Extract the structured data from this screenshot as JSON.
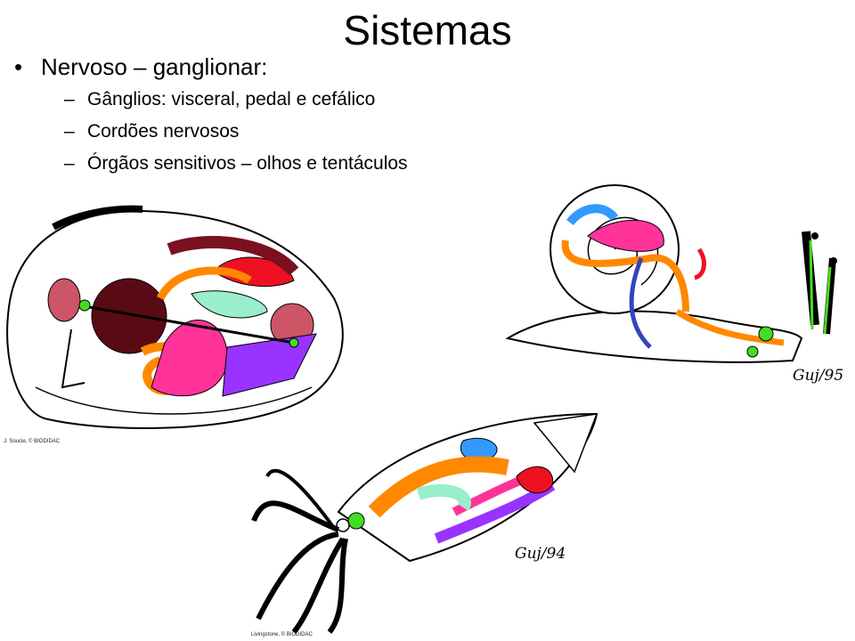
{
  "slide": {
    "title": "Sistemas",
    "bullet": "Nervoso – ganglionar:",
    "bullet_mark": "•",
    "subbullets": [
      "Gânglios: visceral, pedal e cefálico",
      "Cordões nervosos",
      "Órgãos sensitivos – olhos e tentáculos"
    ],
    "sub_mark": "–"
  },
  "figures": {
    "bivalve_credit": "J. Soucie, © BIODIDAC",
    "snail_signature": "Guj/95",
    "squid_signature": "Guj/94",
    "squid_credit": "Livingstone, © BIODIDAC"
  },
  "colors": {
    "nerve_green": "#44dd22",
    "digestive_orange": "#ff8800",
    "gonad_pink": "#ff3399",
    "heart_red": "#ee1122",
    "gill_purple": "#9933ff",
    "kidney_blue": "#3399ff",
    "dark_red": "#7a1020",
    "mint": "#99eecc"
  }
}
